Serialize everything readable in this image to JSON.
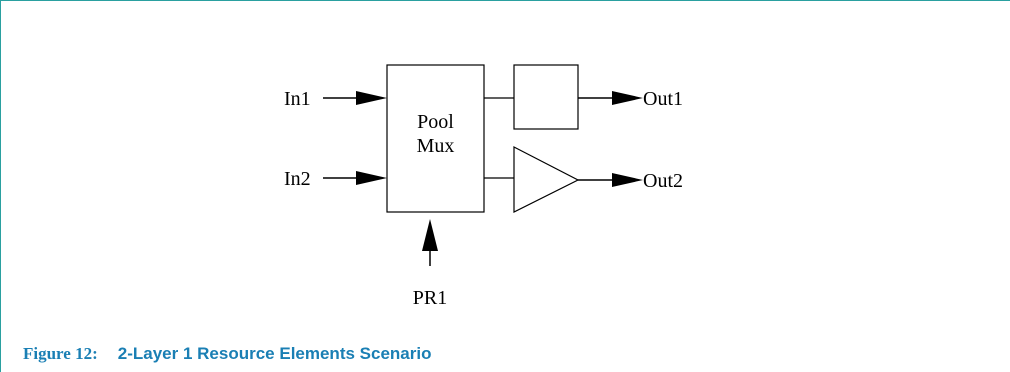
{
  "diagram": {
    "inputs": [
      "In1",
      "In2"
    ],
    "mux_label_line1": "Pool",
    "mux_label_line2": "Mux",
    "outputs": [
      "Out1",
      "Out2"
    ],
    "control": "PR1"
  },
  "caption": {
    "number": "Figure 12:",
    "title": "2-Layer 1 Resource Elements Scenario"
  },
  "colors": {
    "frame": "#2aa0a0",
    "caption": "#1a7fb4",
    "stroke": "#000000"
  }
}
